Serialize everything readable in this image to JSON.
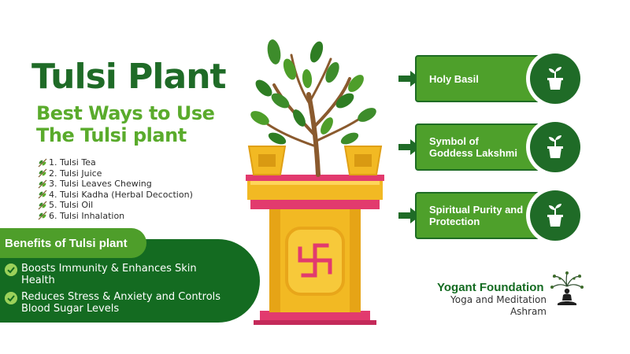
{
  "title": "Tulsi Plant",
  "subtitle": "Best Ways to Use The Tulsi plant",
  "uses": [
    "1. Tulsi Tea",
    "2. Tulsi Juice",
    "3. Tulsi Leaves Chewing",
    "4. Tulsi Kadha (Herbal Decoction)",
    "5. Tulsi Oil",
    "6. Tulsi Inhalation"
  ],
  "benefits": {
    "heading": "Benefits of  Tulsi plant",
    "items": [
      "Boosts Immunity &  Enhances Skin Health",
      "Reduces Stress & Anxiety and Controls Blood Sugar Levels"
    ]
  },
  "badges": [
    {
      "label": "Holy Basil",
      "icon": "potted-plant-icon"
    },
    {
      "label": "Symbol of Goddess Lakshmi",
      "icon": "potted-plant-icon"
    },
    {
      "label": "Spiritual Purity and Protection",
      "icon": "potted-plant-icon"
    }
  ],
  "organization": {
    "name": "Yogant Foundation",
    "tagline": "Yoga and Meditation Ashram",
    "logo": "meditating-figure-tree-icon"
  },
  "colors": {
    "dark_green": "#1f6b27",
    "light_green": "#5aab2c",
    "badge_green": "#4ea02b",
    "gold": "#f2b923",
    "pink": "#e23a6e"
  }
}
